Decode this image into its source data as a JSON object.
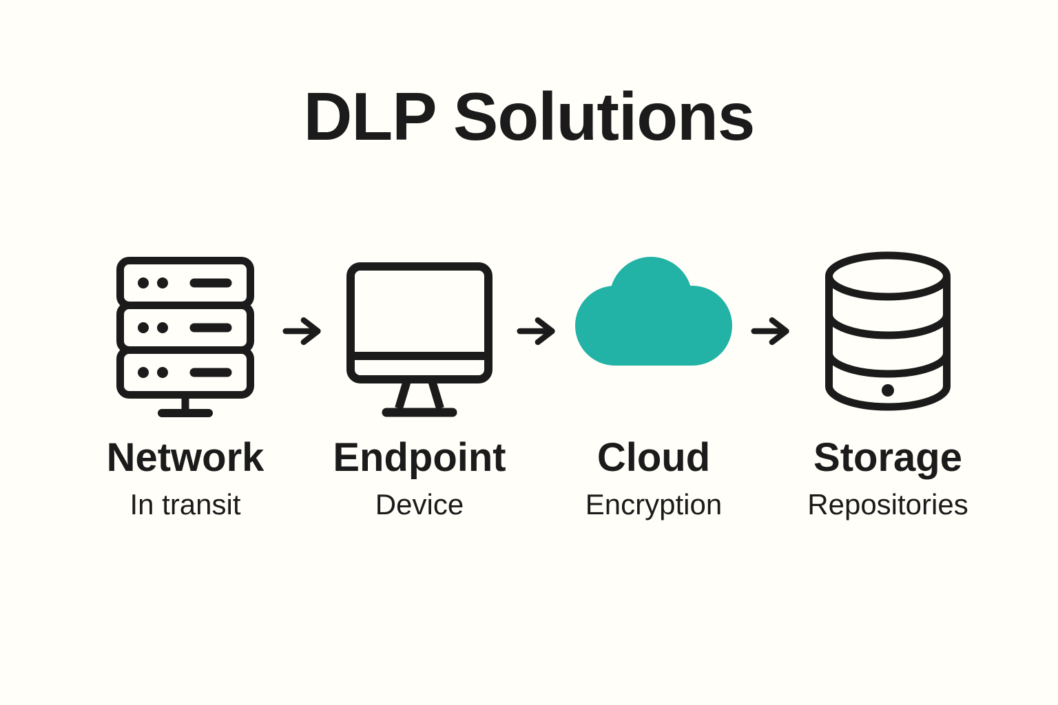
{
  "title": "DLP Solutions",
  "colors": {
    "background": "#FFFEF8",
    "ink": "#1B1B1B",
    "accent": "#23B2A6"
  },
  "flow": {
    "connector": "right-arrow",
    "steps": [
      {
        "icon": "server-rack-icon",
        "label": "Network",
        "sublabel": "In transit"
      },
      {
        "icon": "desktop-monitor-icon",
        "label": "Endpoint",
        "sublabel": "Device"
      },
      {
        "icon": "cloud-icon",
        "label": "Cloud",
        "sublabel": "Encryption"
      },
      {
        "icon": "database-icon",
        "label": "Storage",
        "sublabel": "Repositories"
      }
    ]
  }
}
